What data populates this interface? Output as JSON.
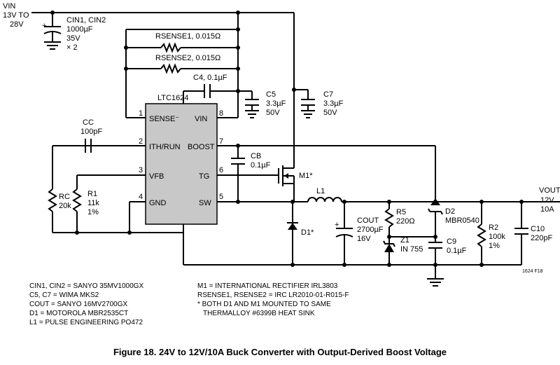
{
  "figure": {
    "caption": "Figure 18. 24V to 12V/10A Buck Converter with Output-Derived Boost Voltage",
    "ref_code": "1624 F18"
  },
  "input": {
    "label": "VIN",
    "range": "13V TO",
    "range2": "28V"
  },
  "cin": {
    "label": "CIN1, CIN2",
    "value": "1000µF",
    "rating": "35V",
    "count": "× 2"
  },
  "rsense1": {
    "label": "RSENSE1, 0.015Ω"
  },
  "rsense2": {
    "label": "RSENSE2, 0.015Ω"
  },
  "c4": {
    "label": "C4, 0.1µF"
  },
  "c5": {
    "name": "C5",
    "value": "3.3µF",
    "rating": "50V"
  },
  "c7": {
    "name": "C7",
    "value": "3.3µF",
    "rating": "50V"
  },
  "ic": {
    "name": "LTC1624",
    "pins_left": [
      {
        "num": "1",
        "name": "SENSE⁻"
      },
      {
        "num": "2",
        "name": "ITH/RUN"
      },
      {
        "num": "3",
        "name": "VFB"
      },
      {
        "num": "4",
        "name": "GND"
      }
    ],
    "pins_right": [
      {
        "num": "8",
        "name": "VIN"
      },
      {
        "num": "7",
        "name": "BOOST"
      },
      {
        "num": "6",
        "name": "TG"
      },
      {
        "num": "5",
        "name": "SW"
      }
    ]
  },
  "cc": {
    "name": "CC",
    "value": "100pF"
  },
  "rc": {
    "name": "RC",
    "value": "20k"
  },
  "r1": {
    "name": "R1",
    "value": "11k",
    "tol": "1%"
  },
  "cb": {
    "name": "CB",
    "value": "0.1µF"
  },
  "m1": {
    "name": "M1*"
  },
  "l1": {
    "name": "L1"
  },
  "d1": {
    "name": "D1*"
  },
  "cout": {
    "name": "COUT",
    "value": "2700µF",
    "rating": "16V"
  },
  "r5": {
    "name": "R5",
    "value": "220Ω"
  },
  "z1": {
    "name": "Z1",
    "part": "IN 755"
  },
  "c9": {
    "name": "C9",
    "value": "0.1µF"
  },
  "d2": {
    "name": "D2",
    "part": "MBR0540"
  },
  "r2": {
    "name": "R2",
    "value": "100k",
    "tol": "1%"
  },
  "c10": {
    "name": "C10",
    "value": "220pF"
  },
  "output": {
    "label": "VOUT",
    "voltage": "12V",
    "current": "10A"
  },
  "notes_left": [
    "CIN1, CIN2 = SANYO 35MV1000GX",
    "C5, C7 = WIMA MKS2",
    "COUT = SANYO 16MV2700GX",
    "D1 = MOTOROLA MBR2535CT",
    "L1 = PULSE ENGINEERING PO472"
  ],
  "notes_right": [
    "M1 = INTERNATIONAL RECTIFIER  IRL3803",
    "RSENSE1, RSENSE2 = IRC LR2010-01-R015-F",
    "* BOTH D1 AND M1 MOUNTED TO SAME",
    "THERMALLOY #6399B HEAT SINK"
  ]
}
